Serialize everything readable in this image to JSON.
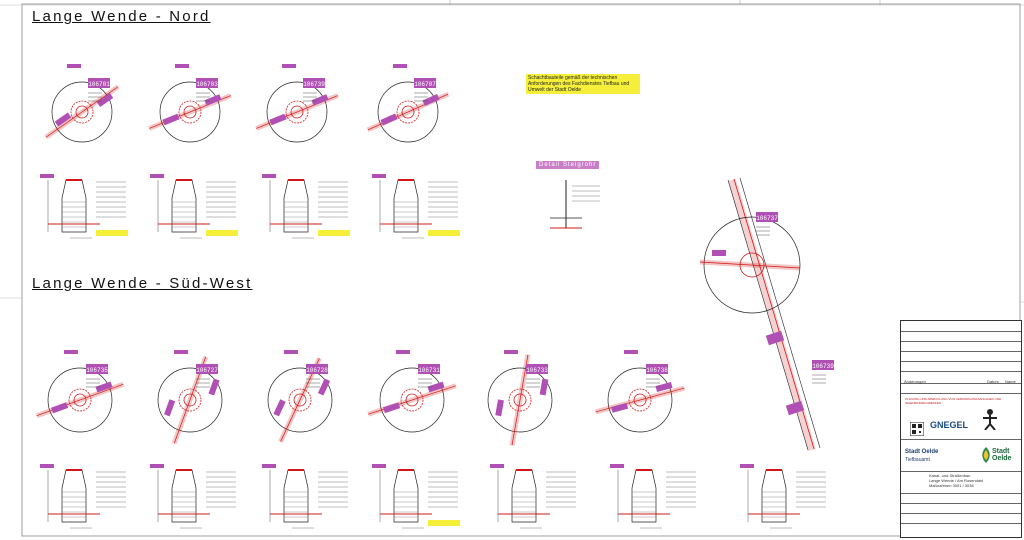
{
  "sheet": {
    "title_north": "Lange Wende - Nord",
    "title_southwest": "Lange Wende - Süd-West",
    "note": "Schachtbauteile gemäß der technischen Anforderungen des Fachdienstes Tiefbau und Umwelt der Stadt Oelde",
    "detail_label": "Detail Steigrohr"
  },
  "north_ids": [
    "106701",
    "106703",
    "106739",
    "106707"
  ],
  "southwest_ids": [
    "106735",
    "106727",
    "106728",
    "106731",
    "106733",
    "106738"
  ],
  "right_ids": [
    "106737",
    "106739"
  ],
  "title_block": {
    "office": "PLANUNG UND ABWICKLUNG VON VERSORGUNGSANLAGEN UND INGENIEURBAUWERKEN",
    "company": "GNEGEL",
    "city_header": "Stadt Oelde",
    "city_sub": "Tiefbauamt",
    "city_logo": "Stadt Oelde",
    "project_lines": [
      "Kanal- und Straßenbau",
      "Lange Wende / Am Rosendahl",
      "Maßnahmen 3001 / 3036"
    ],
    "revisions_label": "Änderungen",
    "date_label": "Datum",
    "name_label": "Name"
  },
  "colors": {
    "pipe_red": "#d01818",
    "label_magenta": "#b04fb4",
    "note_yellow": "#f5ef3a",
    "line_dark": "#222222"
  }
}
